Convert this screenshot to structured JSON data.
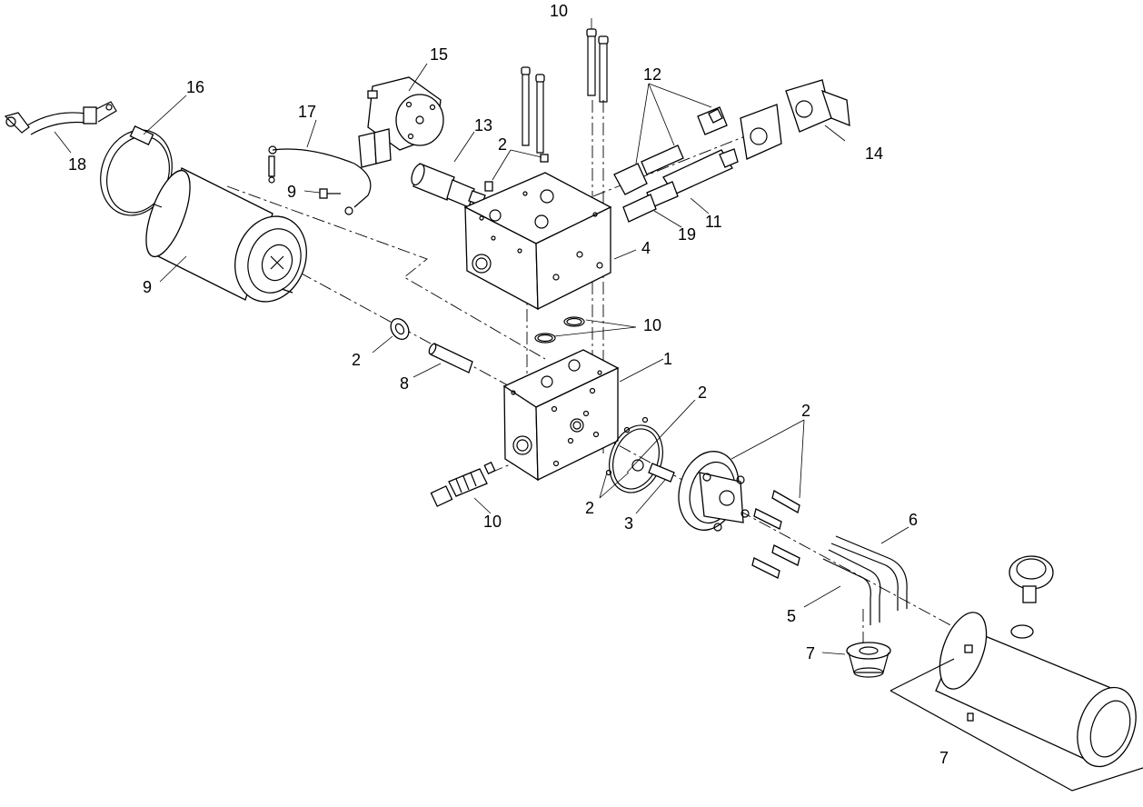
{
  "callouts": {
    "c1": "1",
    "c2a": "2",
    "c2b": "2",
    "c2c": "2",
    "c2d": "2",
    "c2e": "2",
    "c3": "3",
    "c4": "4",
    "c5": "5",
    "c6": "6",
    "c7a": "7",
    "c7b": "7",
    "c8": "8",
    "c9a": "9",
    "c9b": "9",
    "c10a": "10",
    "c10b": "10",
    "c10c": "10",
    "c11": "11",
    "c12": "12",
    "c13": "13",
    "c14": "14",
    "c15": "15",
    "c16": "16",
    "c17": "17",
    "c18": "18",
    "c19": "19"
  }
}
